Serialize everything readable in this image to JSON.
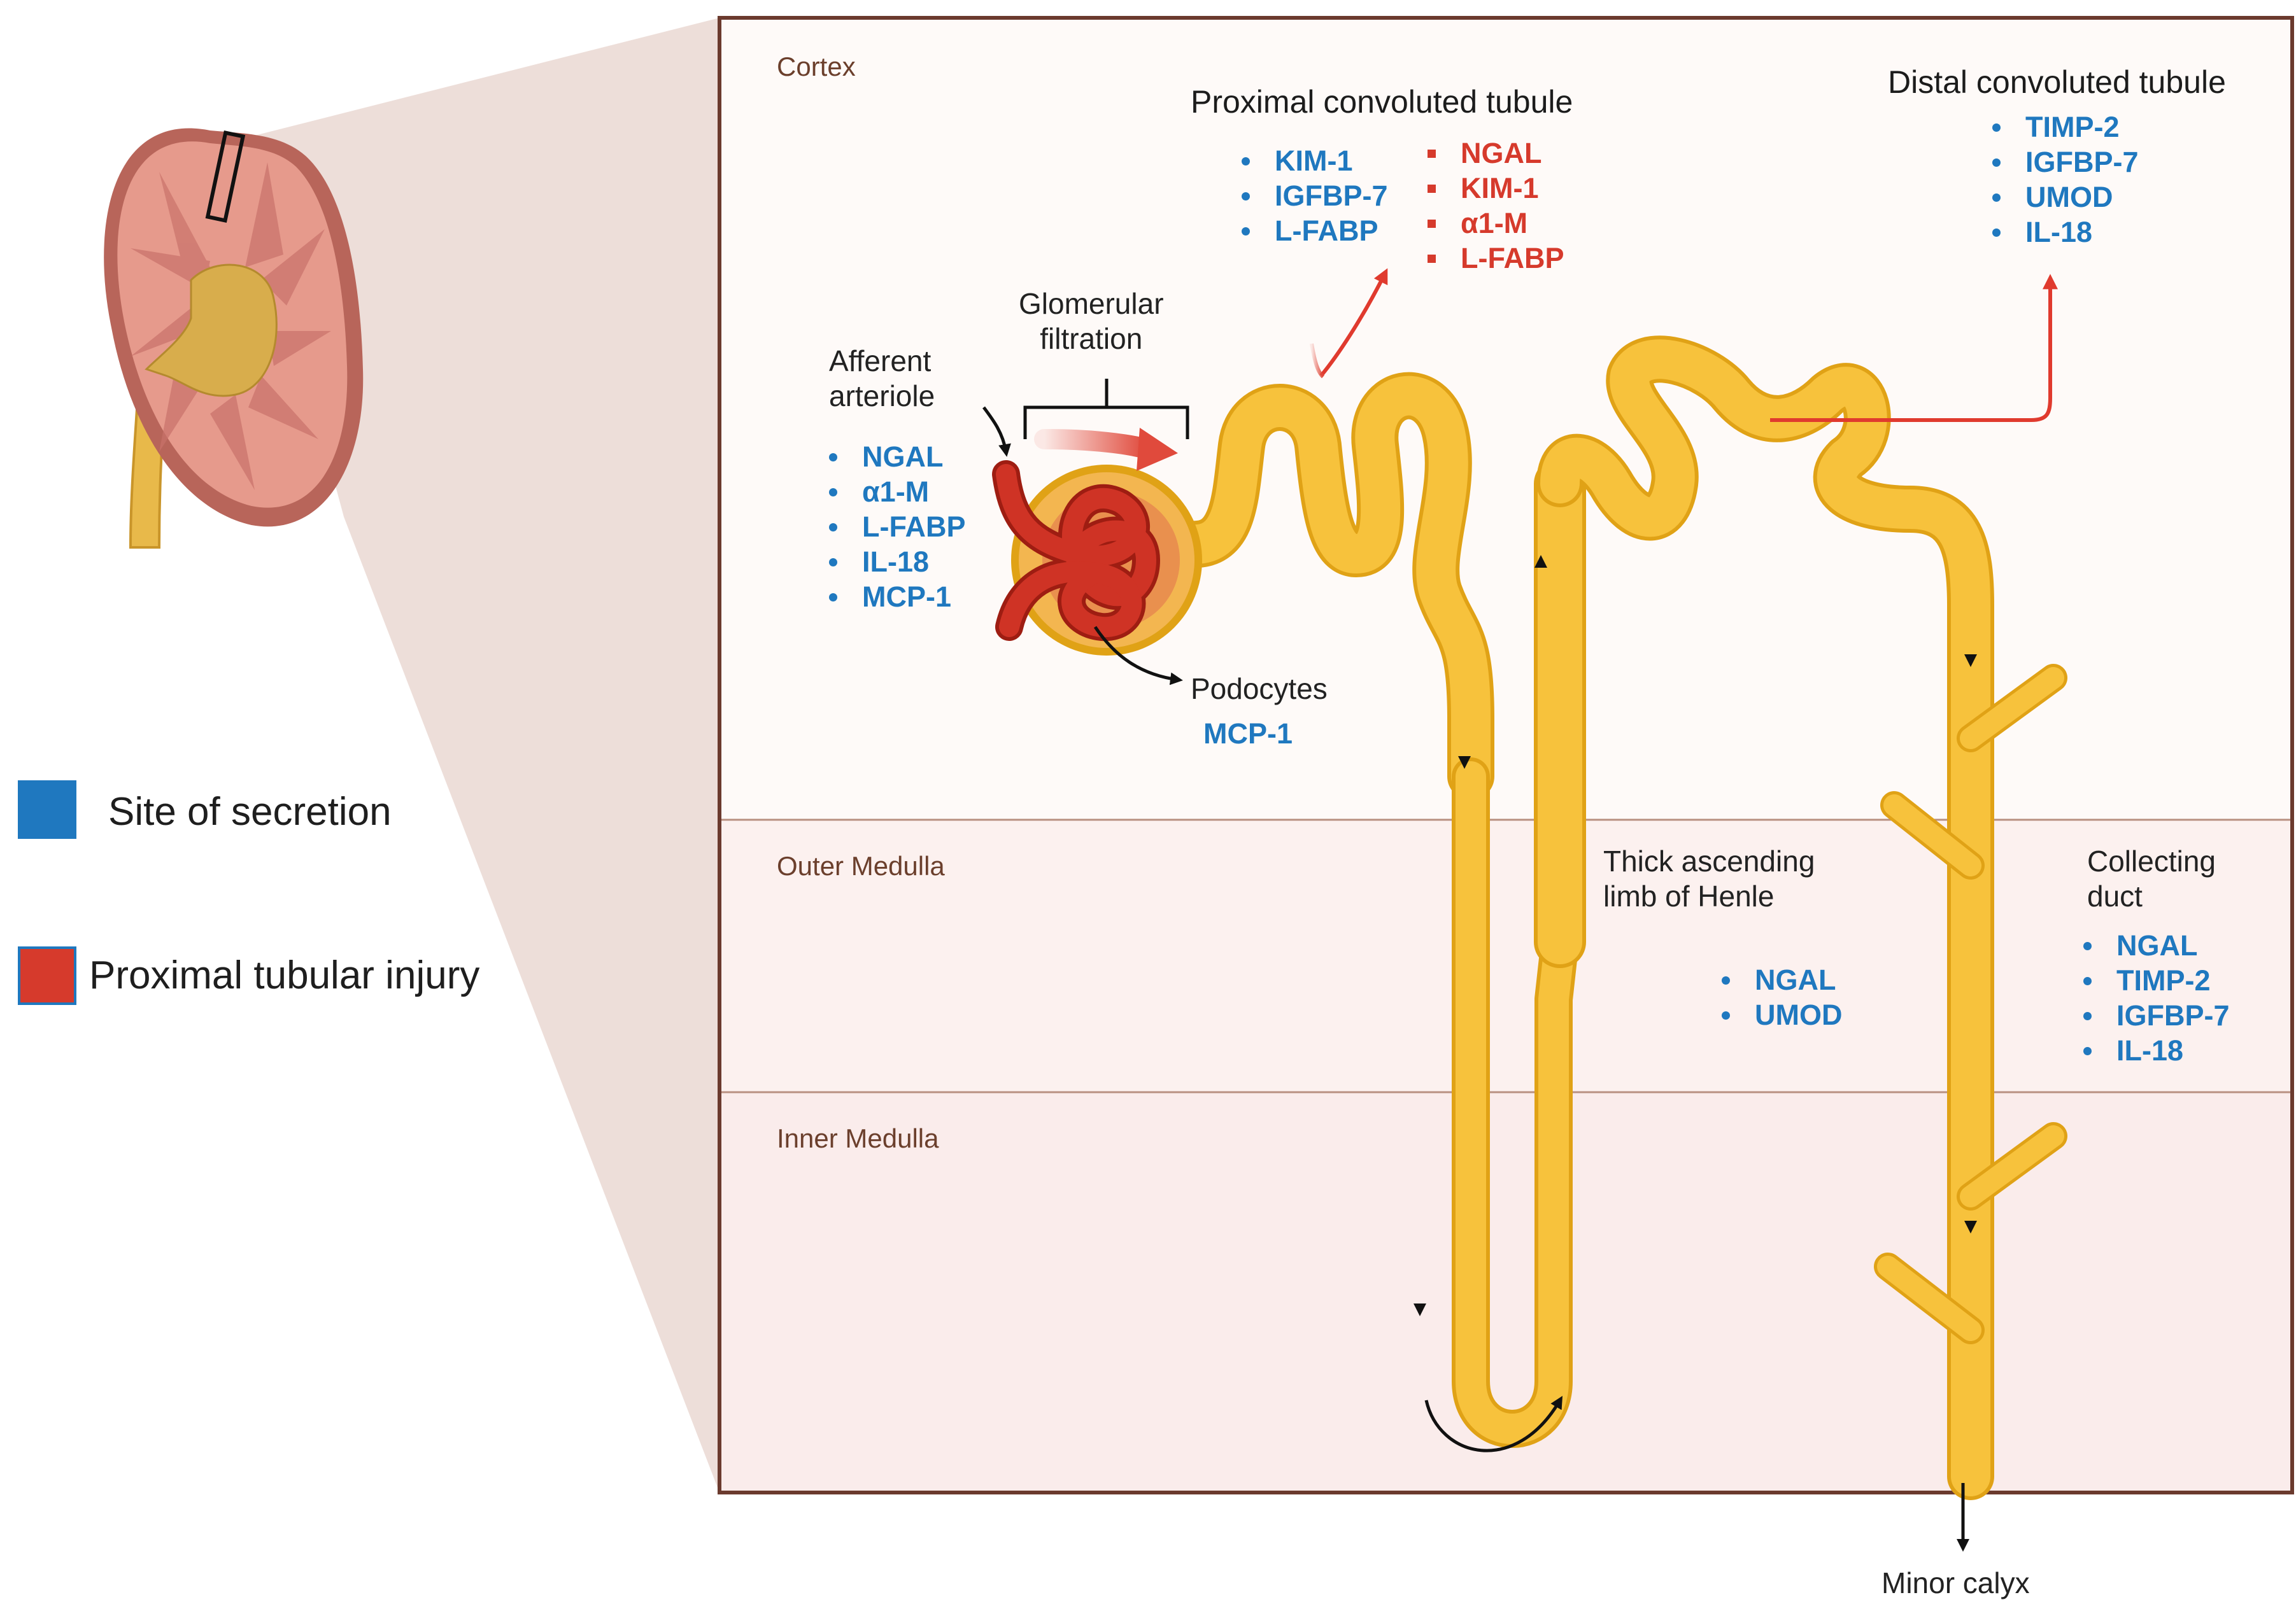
{
  "colors": {
    "secretion": "#1f78bf",
    "injury": "#d63a2c",
    "tubule": "#f7c23c",
    "tubule_outline": "#e0a216",
    "frame": "#6b3a2e",
    "cortex_bg": "#fefaf8",
    "medulla_bg": "#fbeeec",
    "zoom_wedge": "#ead8d2"
  },
  "legend": [
    {
      "label": "Site of secretion",
      "color": "#1f78bf"
    },
    {
      "label": "Proximal tubular injury",
      "color": "#d63a2c"
    }
  ],
  "zones": {
    "cortex": "Cortex",
    "outer_medulla": "Outer Medulla",
    "inner_medulla": "Inner Medulla"
  },
  "glomerulus": {
    "afferent_label": "Afferent\narteriole",
    "filtration_label": "Glomerular\nfiltration",
    "afferent_markers": [
      "NGAL",
      "α1-M",
      "L-FABP",
      "IL-18",
      "MCP-1"
    ],
    "podocytes_label": "Podocytes",
    "podocytes_marker": "MCP-1"
  },
  "proximal": {
    "title": "Proximal convoluted tubule",
    "secretion": [
      "KIM-1",
      "IGFBP-7",
      "L-FABP"
    ],
    "injury": [
      "NGAL",
      "KIM-1",
      "α1-M",
      "L-FABP"
    ]
  },
  "distal": {
    "title": "Distal convoluted tubule",
    "secretion": [
      "TIMP-2",
      "IGFBP-7",
      "UMOD",
      "IL-18"
    ]
  },
  "henle": {
    "title": "Thick ascending\nlimb of Henle",
    "secretion": [
      "NGAL",
      "UMOD"
    ]
  },
  "collecting": {
    "title": "Collecting\nduct",
    "secretion": [
      "NGAL",
      "TIMP-2",
      "IGFBP-7",
      "IL-18"
    ]
  },
  "outflow_label": "Minor calyx"
}
